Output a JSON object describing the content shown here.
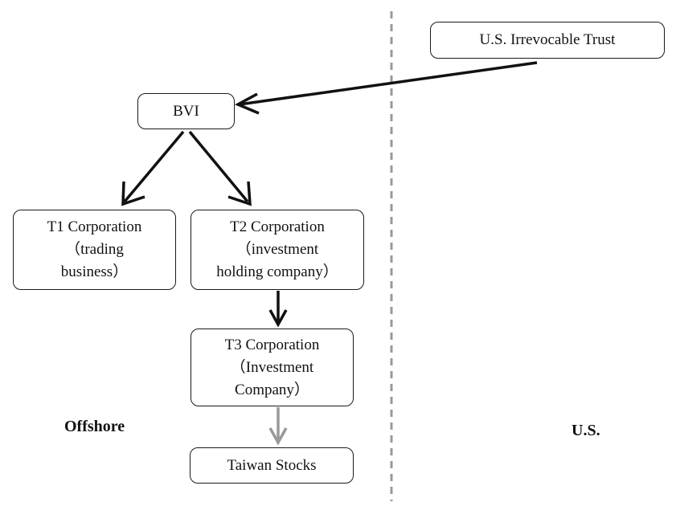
{
  "nodes": {
    "trust": {
      "lines": [
        "U.S. Irrevocable Trust"
      ]
    },
    "bvi": {
      "lines": [
        "BVI"
      ]
    },
    "t1": {
      "lines": [
        "T1 Corporation",
        "（trading",
        "business）"
      ]
    },
    "t2": {
      "lines": [
        "T2 Corporation",
        "（investment",
        "holding company）"
      ]
    },
    "t3": {
      "lines": [
        "T3 Corporation",
        "（Investment",
        "Company）"
      ]
    },
    "taiwan": {
      "lines": [
        "Taiwan Stocks"
      ]
    }
  },
  "regions": {
    "offshore": "Offshore",
    "us": "U.S."
  },
  "colors": {
    "border": "#1a1a1a",
    "arrow_dark": "#111111",
    "arrow_gray": "#999999",
    "divider": "#999999"
  }
}
